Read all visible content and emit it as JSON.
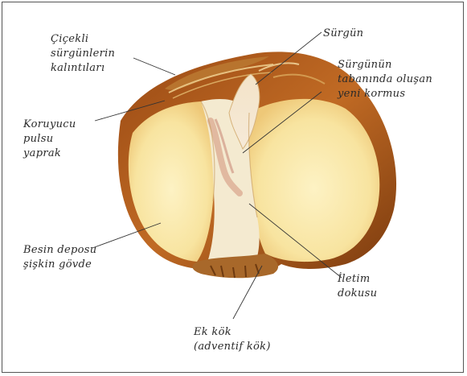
{
  "labels": {
    "flower_shoot_remains": [
      "Çiçekli",
      "sürgünlerin",
      "kalıntıları"
    ],
    "protective_scale_leaf": [
      "Koruyucu",
      "pulsu",
      "yaprak"
    ],
    "food_storage_stem": [
      "Besin deposu",
      "şişkin gövde"
    ],
    "shoot": [
      "Sürgün"
    ],
    "new_corm": [
      "Sürgünün",
      "tabanında oluşan",
      "yeni kormus"
    ],
    "vascular_tissue": [
      "İletim",
      "dokusu"
    ],
    "adventitious_root": [
      "Ek kök",
      "(adventif kök)"
    ]
  }
}
